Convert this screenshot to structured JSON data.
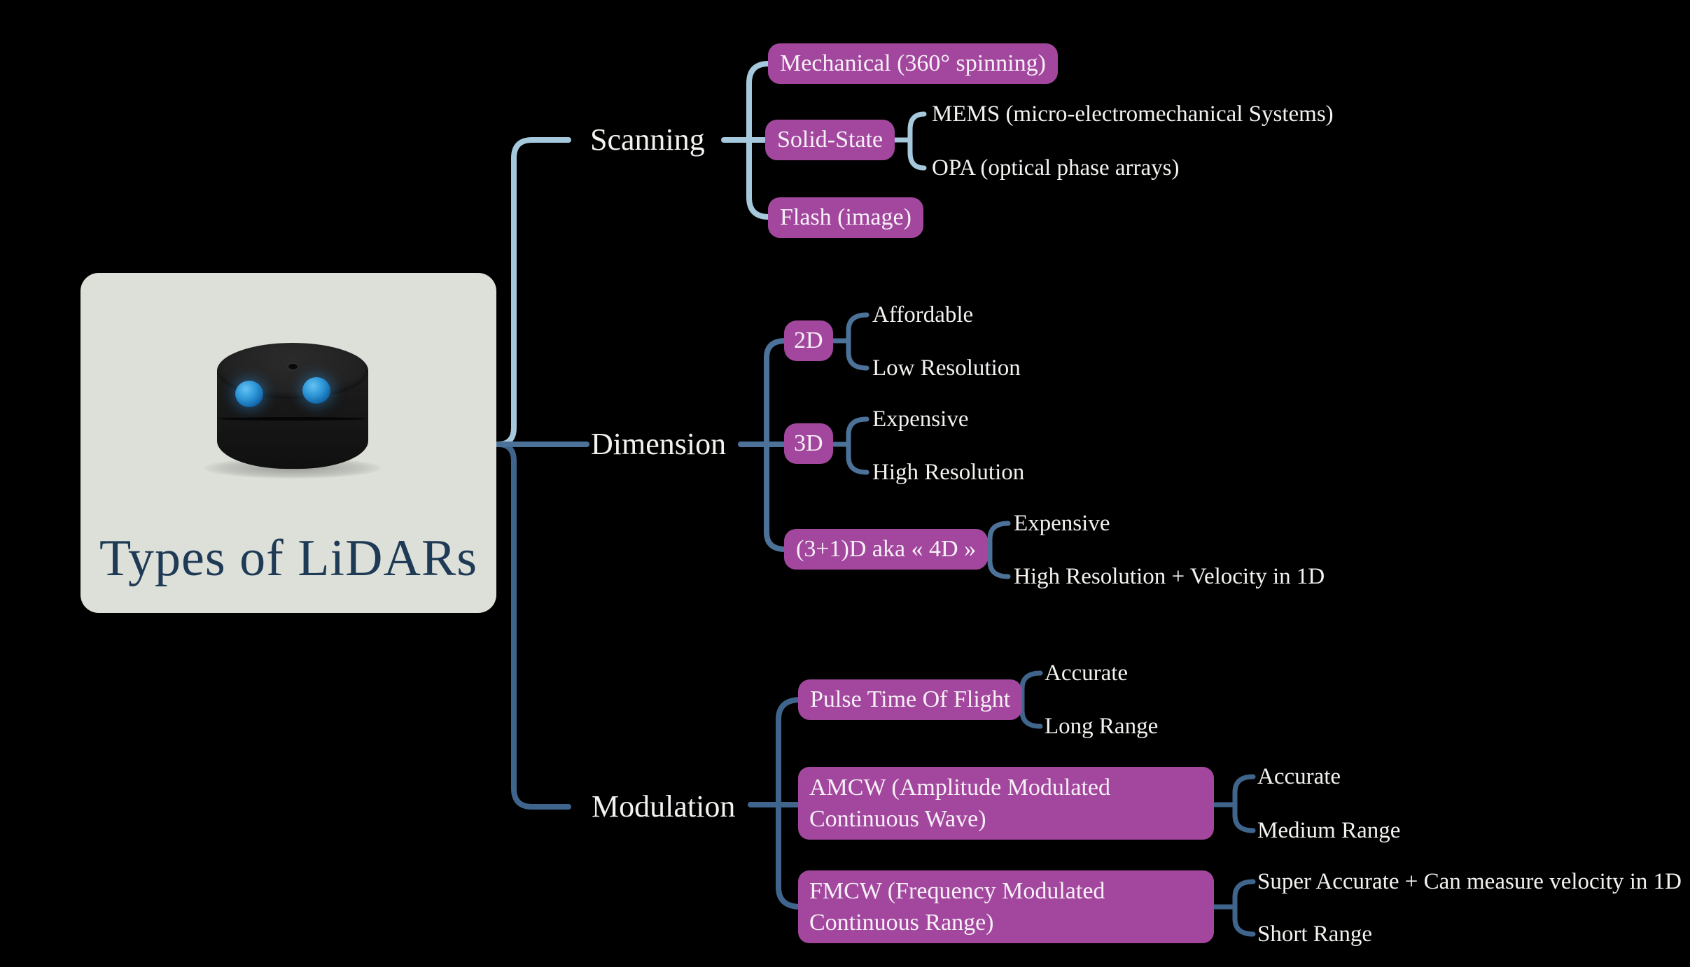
{
  "root": {
    "title": "Types of LiDARs"
  },
  "branches": [
    {
      "label": "Scanning",
      "color": "#a6c8dc",
      "nodes": [
        {
          "label": "Mechanical (360° spinning)",
          "children": []
        },
        {
          "label": "Solid-State",
          "children": [
            "MEMS (micro-electromechanical Systems)",
            "OPA (optical phase arrays)"
          ]
        },
        {
          "label": "Flash (image)",
          "children": []
        }
      ]
    },
    {
      "label": "Dimension",
      "color": "#4d7299",
      "nodes": [
        {
          "label": "2D",
          "children": [
            "Affordable",
            "Low Resolution"
          ]
        },
        {
          "label": "3D",
          "children": [
            "Expensive",
            "High Resolution"
          ]
        },
        {
          "label": "(3+1)D aka « 4D »",
          "children": [
            "Expensive",
            "High Resolution + Velocity in 1D"
          ]
        }
      ]
    },
    {
      "label": "Modulation",
      "color": "#40658c",
      "nodes": [
        {
          "label": "Pulse Time Of Flight",
          "children": [
            "Accurate",
            "Long Range"
          ]
        },
        {
          "label": "AMCW (Amplitude Modulated Continuous Wave)",
          "children": [
            "Accurate",
            "Medium Range"
          ]
        },
        {
          "label": "FMCW (Frequency Modulated Continuous Range)",
          "children": [
            "Super Accurate + Can measure velocity in 1D",
            "Short Range"
          ]
        }
      ]
    }
  ],
  "colors": {
    "background": "#000000",
    "card_bg": "#dde0d9",
    "title_color": "#1f3a55",
    "node_fill": "#a2479d",
    "node_text": "#f7f0f7",
    "text": "#f2f2ef",
    "scanning_line": "#a6c8dc",
    "dimension_line": "#4d7299",
    "modulation_line": "#40658c"
  }
}
